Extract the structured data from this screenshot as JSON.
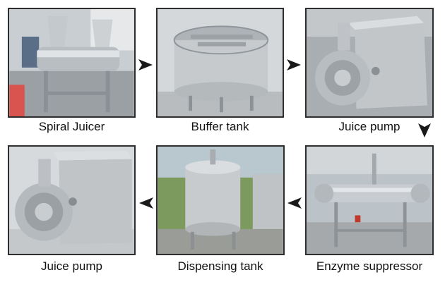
{
  "steps": [
    {
      "label": "Spiral Juicer",
      "icon": "spiral-juicer-photo"
    },
    {
      "label": "Buffer tank",
      "icon": "buffer-tank-photo"
    },
    {
      "label": "Juice pump",
      "icon": "juice-pump-photo"
    },
    {
      "label": "Enzyme suppressor",
      "icon": "enzyme-suppressor-photo"
    },
    {
      "label": "Dispensing tank",
      "icon": "dispensing-tank-photo"
    },
    {
      "label": "Juice pump",
      "icon": "juice-pump-photo"
    }
  ],
  "arrow_color": "#1a1a1a"
}
